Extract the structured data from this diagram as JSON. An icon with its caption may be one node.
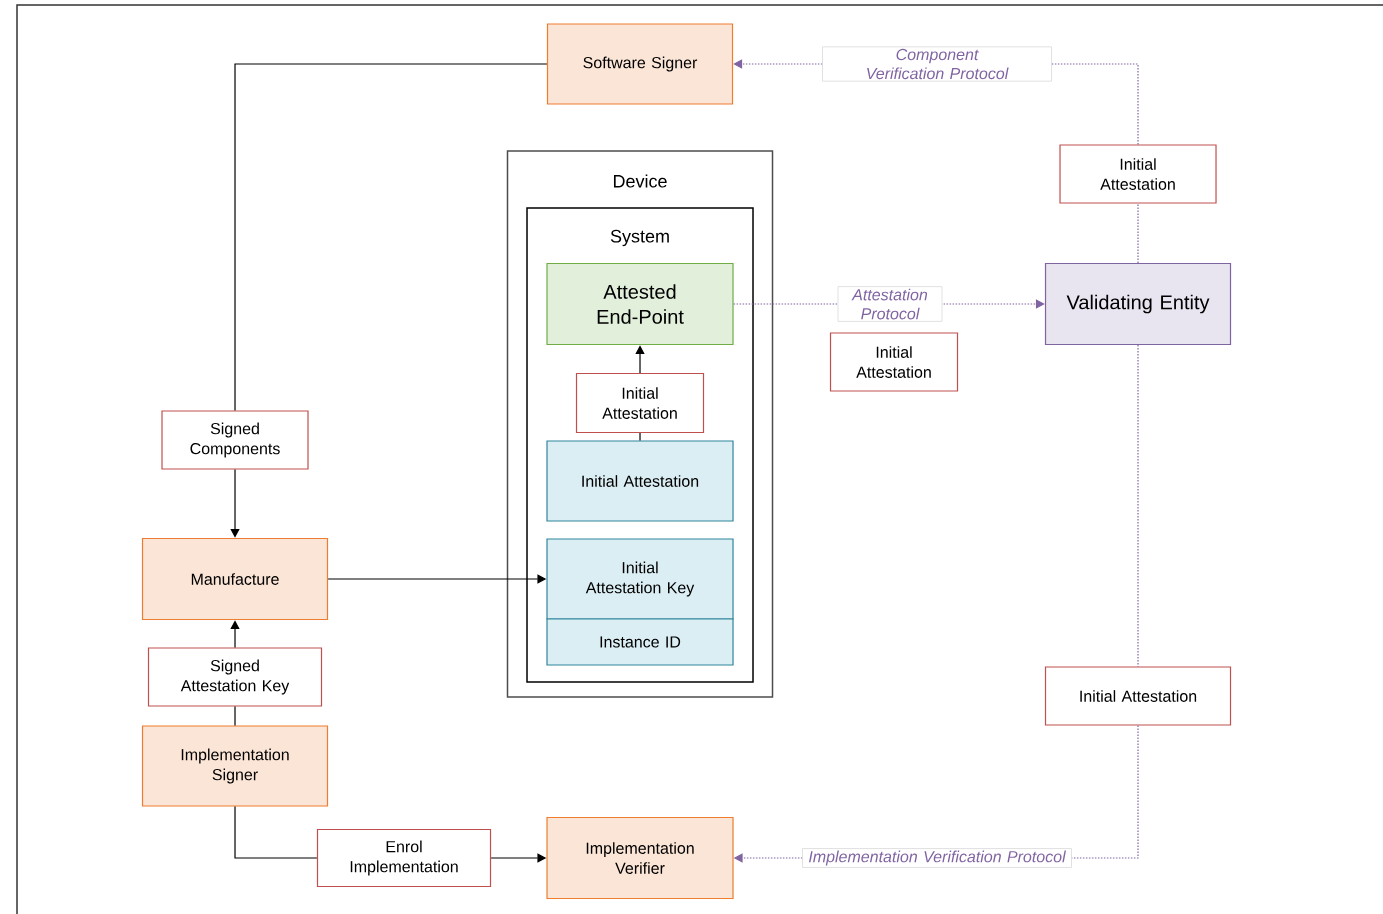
{
  "diagram": {
    "nodes": [
      {
        "text": [
          "Software Signer"
        ]
      },
      {
        "text": [
          "Initial Attestation"
        ]
      },
      {
        "text": [
          "Device"
        ]
      },
      {
        "text": [
          "System"
        ],
        "in": 2
      },
      {
        "text": [
          "Attested End-Point"
        ],
        "in": 3
      },
      {
        "text": [
          "Initial Attestation"
        ],
        "in": 3
      },
      {
        "text": [
          "Initial Attestation"
        ],
        "in": 3
      },
      {
        "text": [
          "Initial Attestation Key"
        ],
        "in": 3
      },
      {
        "text": [
          "Instance ID"
        ],
        "in": 3
      },
      {
        "text": [
          "Validating Entity"
        ]
      },
      {
        "text": [
          "Initial Attestation"
        ]
      },
      {
        "text": [
          "Signed Components"
        ]
      },
      {
        "text": [
          "Manufacture"
        ]
      },
      {
        "text": [
          "Signed Attestation Key"
        ]
      },
      {
        "text": [
          "Implementation Signer"
        ]
      },
      {
        "text": [
          "Initial Attestation"
        ]
      },
      {
        "text": [
          "Enrol Implementation"
        ]
      },
      {
        "text": [
          "Implementation Verifier"
        ]
      }
    ],
    "edges": [
      {
        "from": 9,
        "to": 1,
        "arrow": "none",
        "style": "dashed",
        "color": "#8064a2"
      },
      {
        "from": 1,
        "to": 0,
        "arrow": "to",
        "style": "dashed",
        "color": "#8064a2",
        "label": "Component Verification Protocol"
      },
      {
        "from": 4,
        "to": 9,
        "arrow": "to",
        "style": "dashed",
        "color": "#8064a2",
        "label": "Attestation Protocol"
      },
      {
        "from": 9,
        "to": 15,
        "arrow": "none",
        "style": "dashed",
        "color": "#8064a2"
      },
      {
        "from": 15,
        "to": 17,
        "arrow": "to",
        "style": "dashed",
        "color": "#8064a2",
        "label": "Implementation Verification Protocol"
      },
      {
        "from": 0,
        "to": 11,
        "arrow": "none"
      },
      {
        "from": 11,
        "to": 12,
        "arrow": "to"
      },
      {
        "from": 14,
        "to": 13,
        "arrow": "none"
      },
      {
        "from": 13,
        "to": 12,
        "arrow": "to"
      },
      {
        "from": 12,
        "to": 7,
        "arrow": "to"
      },
      {
        "from": 6,
        "to": 5,
        "arrow": "none"
      },
      {
        "from": 5,
        "to": 4,
        "arrow": "to"
      },
      {
        "from": 14,
        "to": 16,
        "arrow": "none"
      },
      {
        "from": 16,
        "to": 17,
        "arrow": "to"
      }
    ]
  }
}
